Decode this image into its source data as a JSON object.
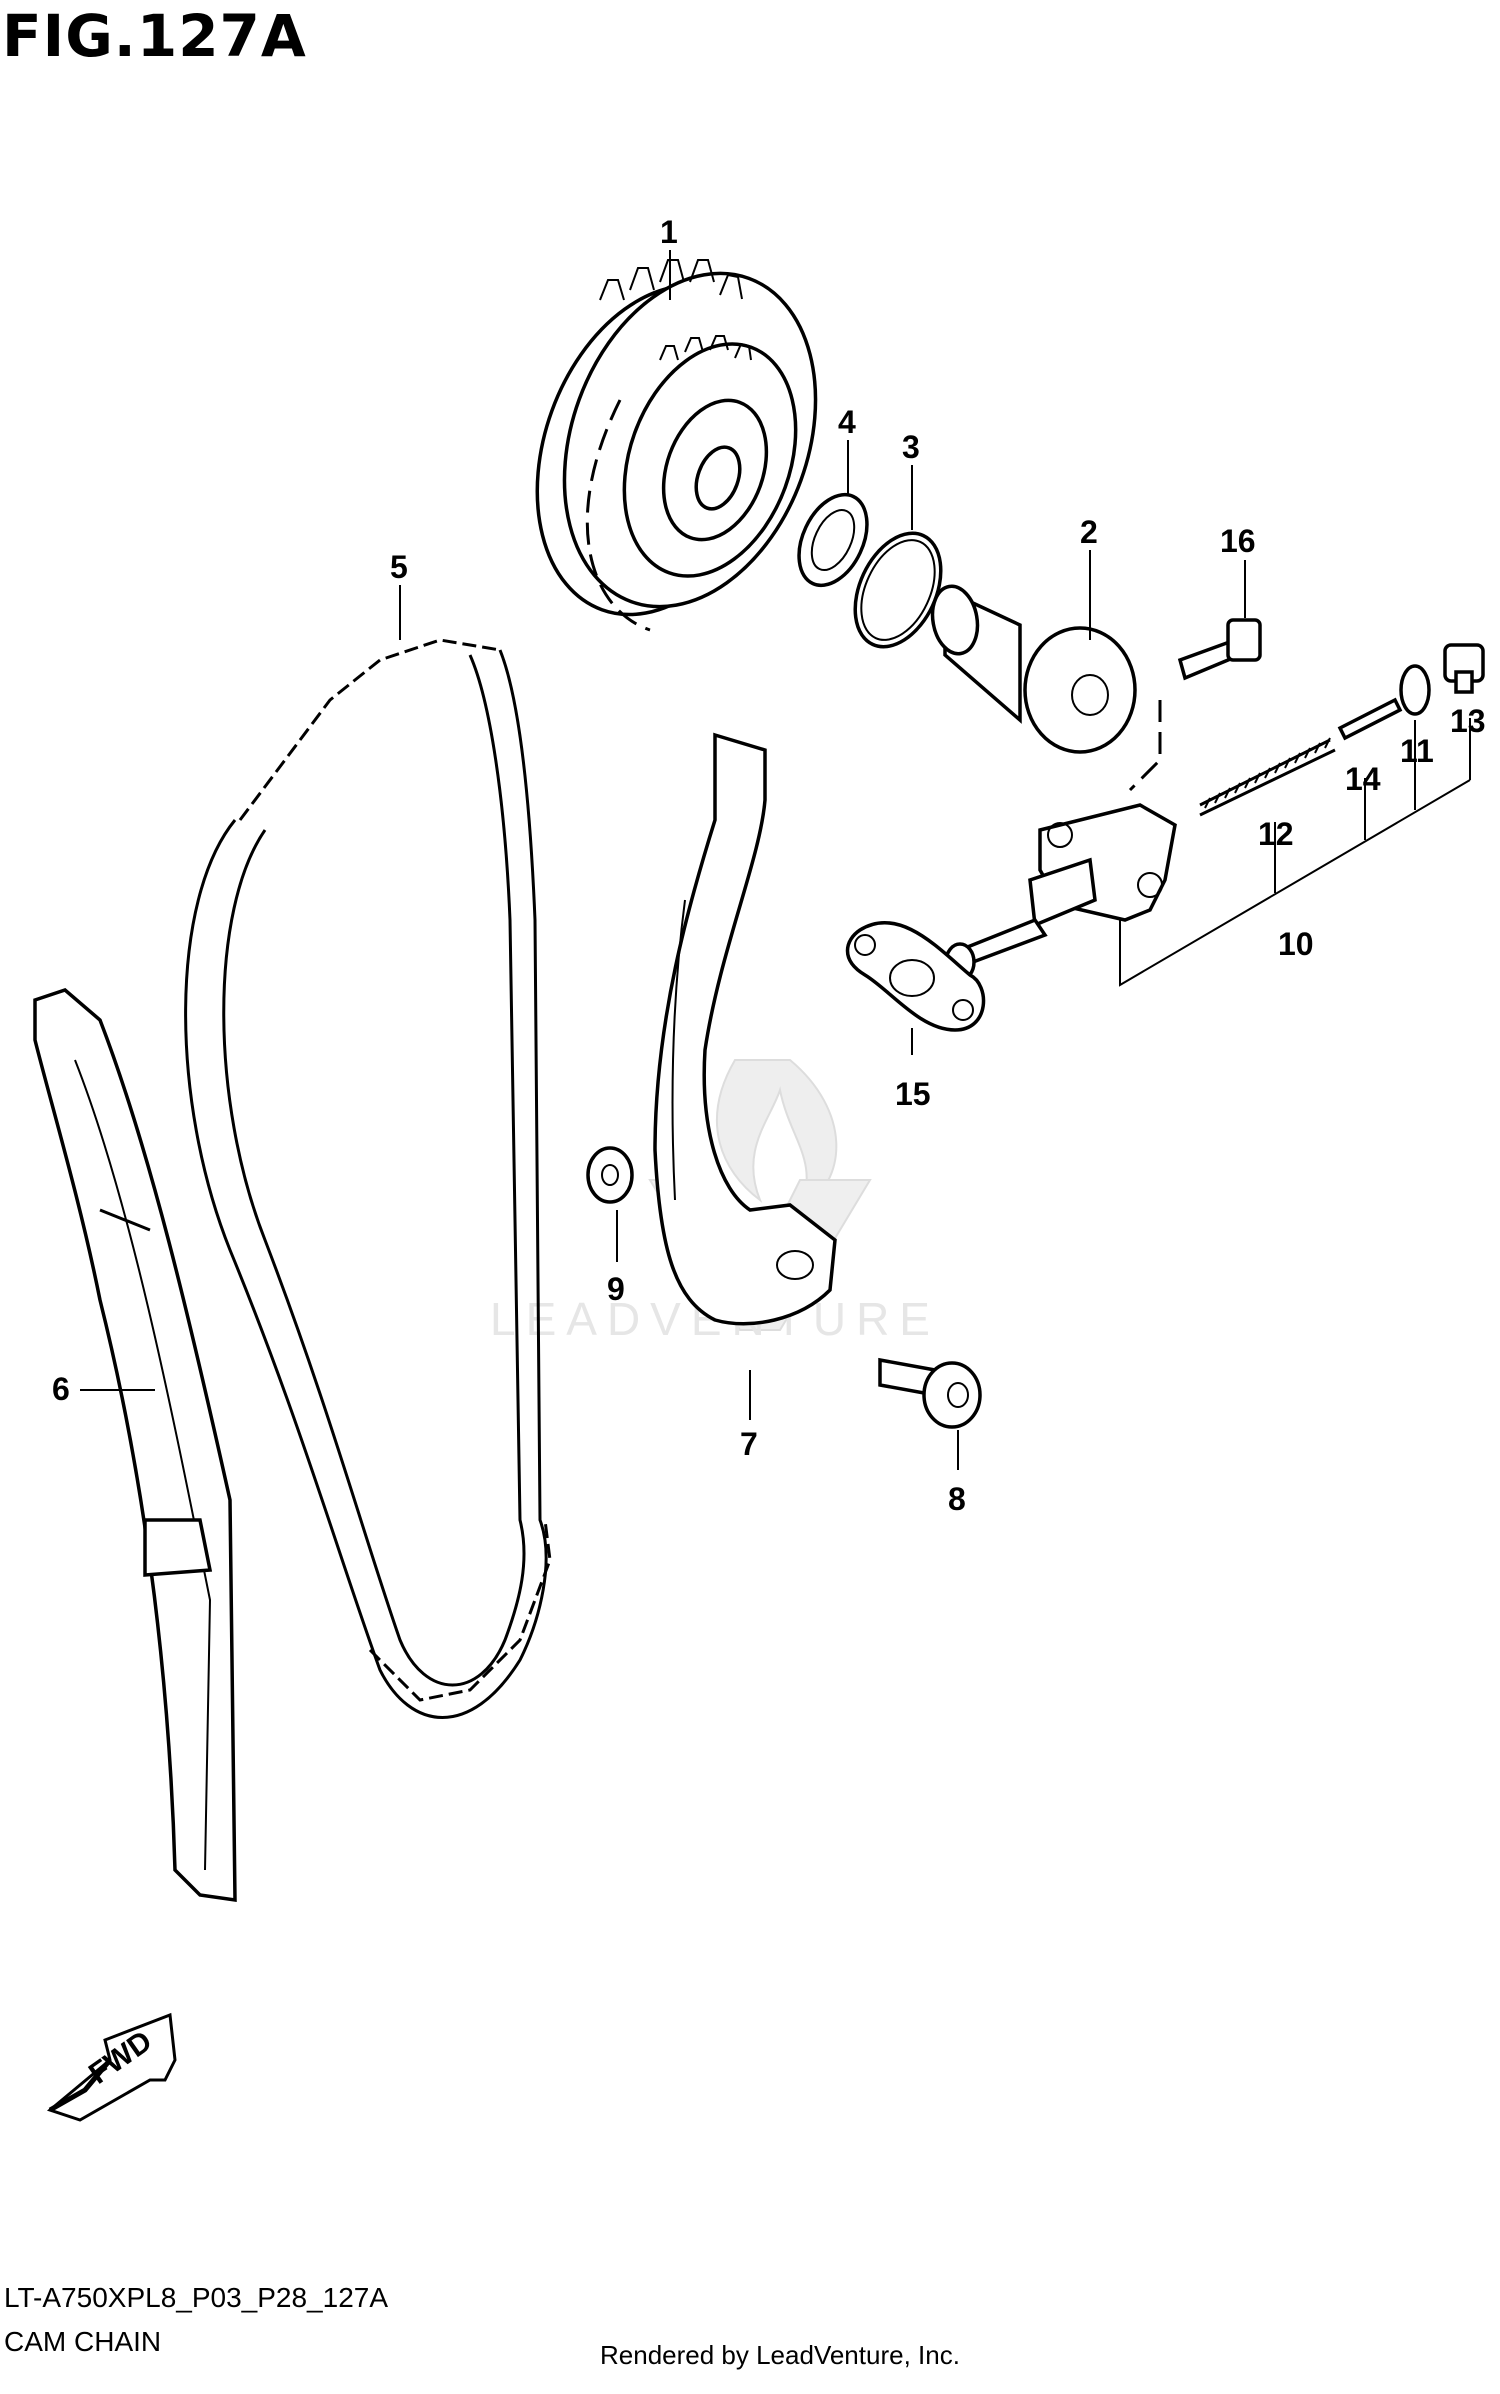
{
  "figure": {
    "title": "FIG.127A"
  },
  "footer": {
    "model_code": "LT-A750XPL8_P03_P28_127A",
    "section_name": "CAM CHAIN",
    "rendered_by": "Rendered by LeadVenture, Inc."
  },
  "watermark": {
    "text": "LEADVENTURE"
  },
  "direction_marker": {
    "label": "FWD",
    "icon": "forward-arrow-icon"
  },
  "callouts": [
    "1",
    "2",
    "3",
    "4",
    "5",
    "6",
    "7",
    "8",
    "9",
    "10",
    "11",
    "12",
    "13",
    "14",
    "15",
    "16"
  ]
}
